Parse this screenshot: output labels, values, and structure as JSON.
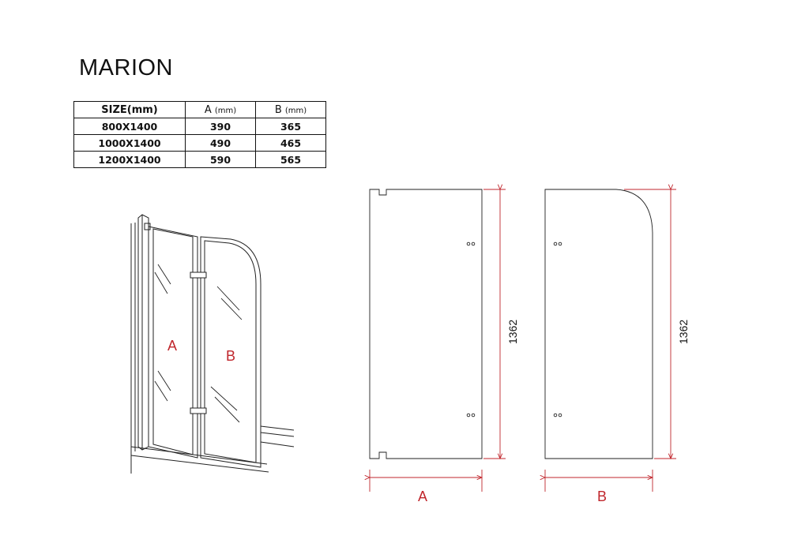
{
  "title": "MARION",
  "table": {
    "headers": {
      "size": "SIZE(mm)",
      "a": "A",
      "a_unit": "(mm)",
      "b": "B",
      "b_unit": "(mm)"
    },
    "rows": [
      {
        "size": "800X1400",
        "a": "390",
        "b": "365"
      },
      {
        "size": "1000X1400",
        "a": "490",
        "b": "465"
      },
      {
        "size": "1200X1400",
        "a": "590",
        "b": "565"
      }
    ]
  },
  "perspective": {
    "label_a": "A",
    "label_b": "B"
  },
  "panel_a": {
    "height_label": "1362",
    "width_label": "A"
  },
  "panel_b": {
    "height_label": "1362",
    "width_label": "B"
  },
  "colors": {
    "accent": "#c0262c",
    "line": "#222222",
    "dim": "#c0262c"
  }
}
